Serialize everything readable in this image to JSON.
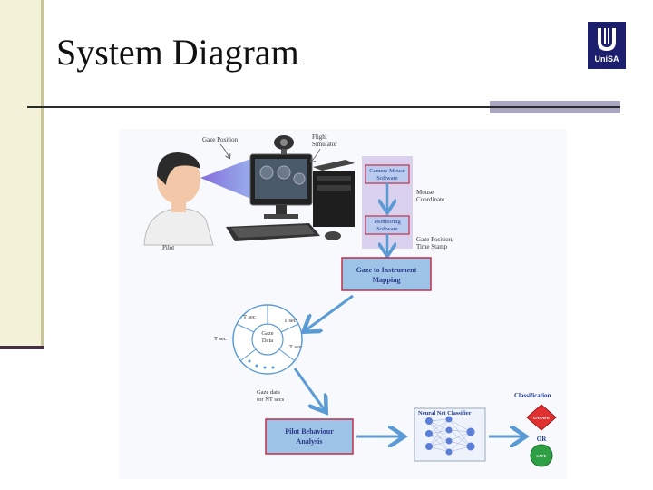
{
  "slide": {
    "title": "System Diagram",
    "logo_text": "UniSA"
  },
  "diagram": {
    "gaze_position": "Gaze Position",
    "flight_simulator": [
      "Flight",
      "Simulator"
    ],
    "pilot": "Pilot",
    "camera_mouse_software": [
      "Camera Mouse",
      "Software"
    ],
    "mouse_coordinate": [
      "Mouse",
      "Coordinate"
    ],
    "monitoring_software": [
      "Monitoring",
      "Software"
    ],
    "gaze_timestamp": [
      "Gaze Position,",
      "Time Stamp"
    ],
    "gaze_mapping": [
      "Gaze to Instrument",
      "Mapping"
    ],
    "t_sec": "T sec",
    "gaze_data_center": [
      "Gaze",
      "Data"
    ],
    "gaze_data_nt": [
      "Gaze data",
      "for NT secs"
    ],
    "pilot_behaviour_analysis": [
      "Pilot Behaviour",
      "Analysis"
    ],
    "neural_net_classifier": "Neural Net Classifier",
    "classification": "Classification",
    "unsafe": "UNSAFE",
    "or": "OR",
    "safe": "SAFE"
  },
  "colors": {
    "arrow": "#5b9bd5",
    "box_fill": "#9dc3e6",
    "box_border": "#c0304a",
    "unsafe": "#e03030",
    "safe": "#2ea043",
    "or": "#1f3b8a"
  }
}
